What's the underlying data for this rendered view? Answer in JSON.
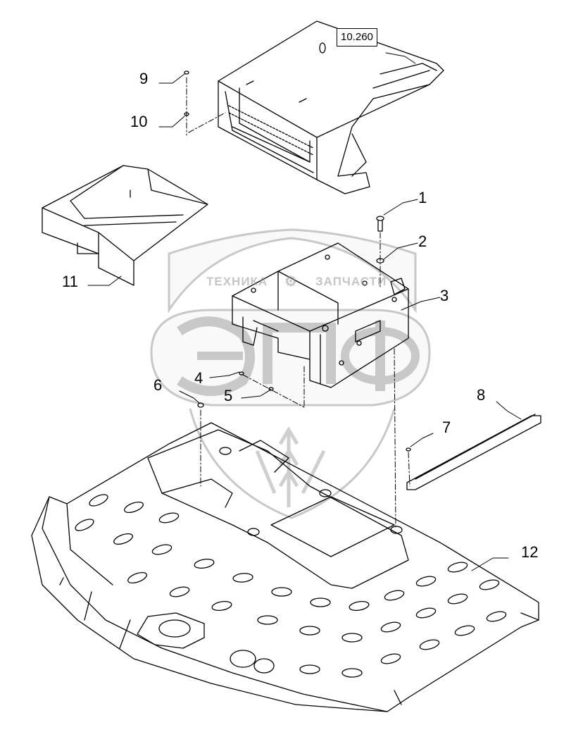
{
  "reference_box": "10.260",
  "watermark": {
    "left_text": "ТЕХНИКА",
    "right_text": "ЗАПЧАСТИ",
    "big_text": "ЭПФ",
    "gear_icon": "gear-icon"
  },
  "callouts": {
    "c1": "1",
    "c2": "2",
    "c3": "3",
    "c4": "4",
    "c5": "5",
    "c6": "6",
    "c7": "7",
    "c8": "8",
    "c9": "9",
    "c10": "10",
    "c11": "11",
    "c12": "12"
  }
}
